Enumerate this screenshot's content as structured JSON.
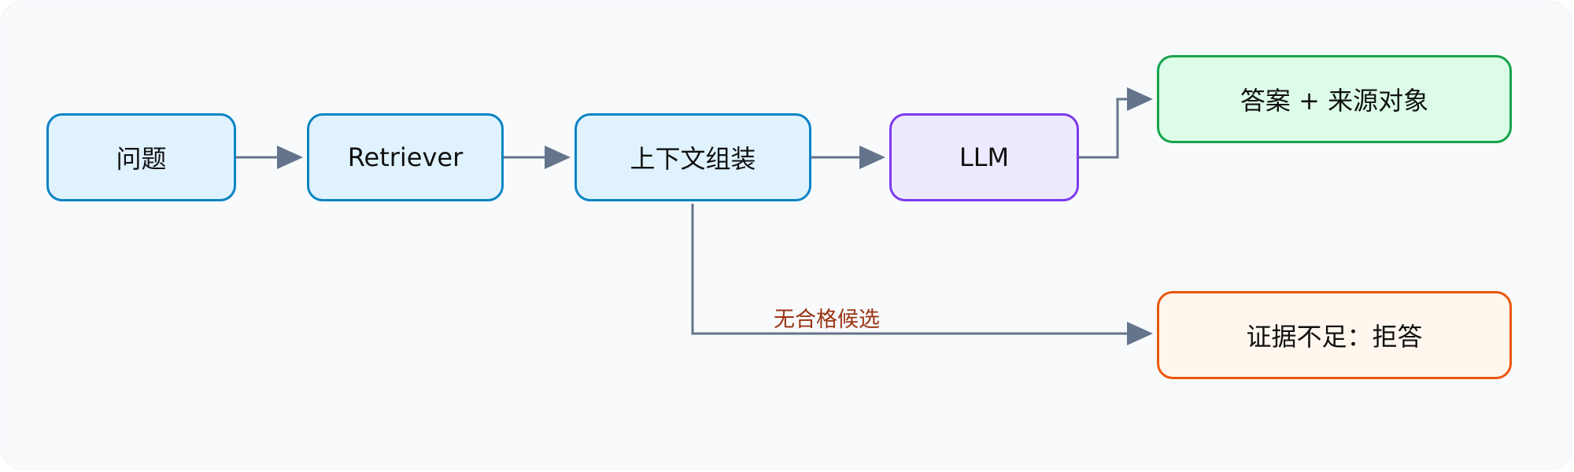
{
  "diagram": {
    "nodes": {
      "question": "问题",
      "retriever": "Retriever",
      "context": "上下文组装",
      "llm": "LLM",
      "answer": "答案 + 来源对象",
      "refuse": "证据不足：拒答"
    },
    "edges": {
      "no_candidate_label": "无合格候选"
    },
    "colors": {
      "background": "#f8fafc",
      "edge": "#64748b",
      "blue_fill": "#e0f2fe",
      "blue_border": "#0a84c4",
      "purple_fill": "#ede9fe",
      "purple_border": "#7c3aed",
      "green_fill": "#dcfce7",
      "green_border": "#16a34a",
      "orange_fill": "#fff7ed",
      "orange_border": "#ea580c",
      "label_text": "#9a3412"
    }
  }
}
